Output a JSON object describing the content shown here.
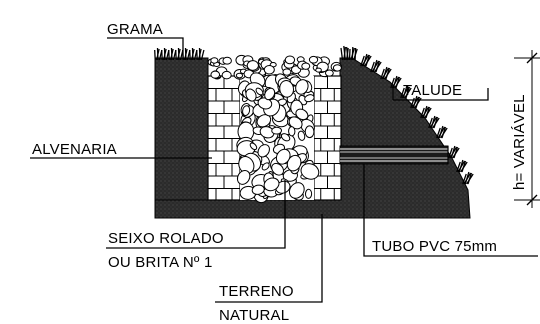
{
  "labels": {
    "grama": "GRAMA",
    "talude": "TALUDE",
    "alvenaria": "ALVENARIA",
    "altura": "h= VARIÁVEL",
    "seixo_line1": "SEIXO ROLADO",
    "seixo_line2": "OU BRITA Nº 1",
    "tubo": "TUBO PVC 75mm",
    "terreno_line1": "TERRENO",
    "terreno_line2": "NATURAL"
  },
  "colors": {
    "soil": "#2b2b2b",
    "line": "#000000",
    "brick": "#ffffff"
  }
}
